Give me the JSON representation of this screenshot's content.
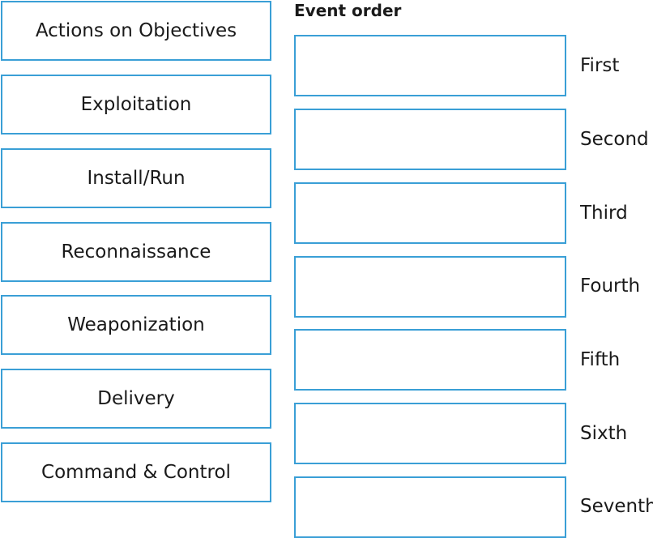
{
  "source_items": [
    "Actions on Objectives",
    "Exploitation",
    "Install/Run",
    "Reconnaissance",
    "Weaponization",
    "Delivery",
    "Command & Control"
  ],
  "target": {
    "header": "Event order",
    "slot_labels": [
      "First",
      "Second",
      "Third",
      "Fourth",
      "Fifth",
      "Sixth",
      "Seventh"
    ]
  },
  "colors": {
    "box_border": "#3a9fd6",
    "text": "#1a1a1a"
  }
}
